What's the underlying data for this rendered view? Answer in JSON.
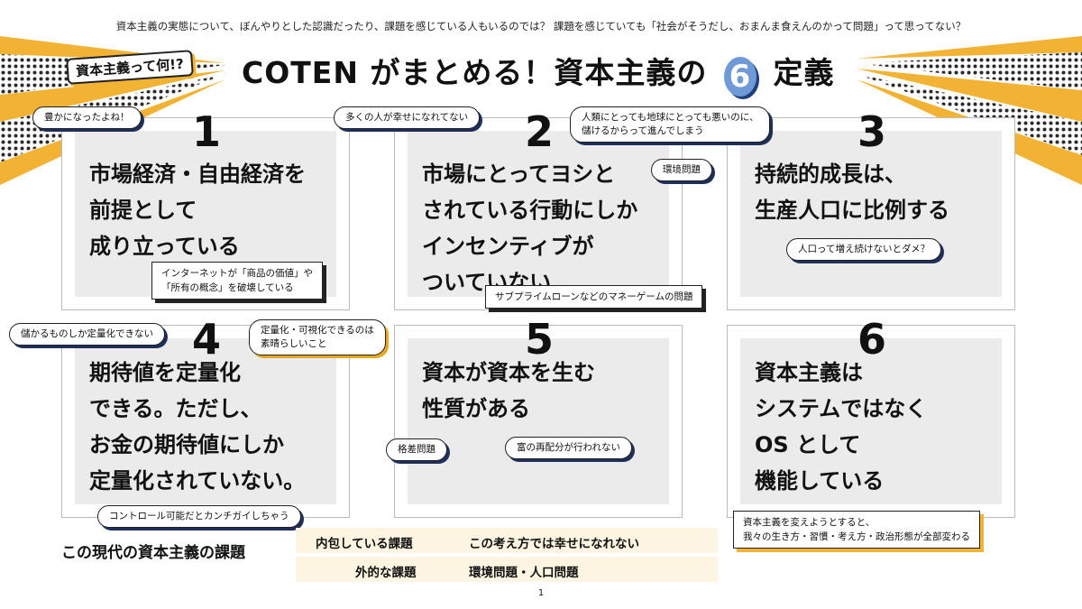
{
  "top_note": "資本主義の実態について、ぼんやりとした認識だったり、課題を感じている人もいるのでは？ 課題を感じていても「社会がそうだし、おまんま食えんのかって問題」って思ってない？",
  "tag": "資本主義って何!?",
  "title": {
    "before": "COTEN がまとめる！資本主義の",
    "number": "6",
    "after": "定義"
  },
  "cards": [
    {
      "number": "1",
      "text": "市場経済・自由経済を\n前提として\n成り立っている"
    },
    {
      "number": "2",
      "text": "市場にとってヨシと\nされている行動にしか\nインセンティブが\nついていない"
    },
    {
      "number": "3",
      "text": "持続的成長は、\n生産人口に比例する"
    },
    {
      "number": "4",
      "text": "期待値を定量化\nできる。ただし、\nお金の期待値にしか\n定量化されていない。"
    },
    {
      "number": "5",
      "text": "資本が資本を生む\n性質がある"
    },
    {
      "number": "6",
      "text": "資本主義は\nシステムではなく\nOS として\n機能している"
    }
  ],
  "bubbles": {
    "b1": "豊かになったよね！",
    "b2": "多くの人が幸せになれてない",
    "b3": "人類にとっても地球にとっても悪いのに、\n儲けるからって進んでしまう",
    "b4": "環境問題",
    "b5": "人口って増え続けないとダメ？",
    "b6": "儲かるものしか定量化できない",
    "b7": "定量化・可視化できるのは\n素晴らしいこと",
    "b8": "格差問題",
    "b9": "富の再配分が行われない",
    "b10": "コントロール可能だとカンチガイしちゃう"
  },
  "boxes": {
    "x1": "インターネットが「商品の価値」や\n「所有の概念」を破壊している",
    "x2": "サブプライムローンなどのマネーゲームの問題",
    "x3": "資本主義を変えようとすると、\n我々の生き方・習慣・考え方・政治形態が全部変わる"
  },
  "summary": {
    "title": "この現代の資本主義の課題",
    "rows": [
      {
        "key": "内包している課題",
        "value": "この考え方では幸せになれない"
      },
      {
        "key": "外的な課題",
        "value": "環境問題・人口問題"
      }
    ]
  },
  "page_number": "1",
  "colors": {
    "accent": "#f2b233",
    "blue": "#6f9ad8",
    "navy": "#1f2f5a"
  }
}
